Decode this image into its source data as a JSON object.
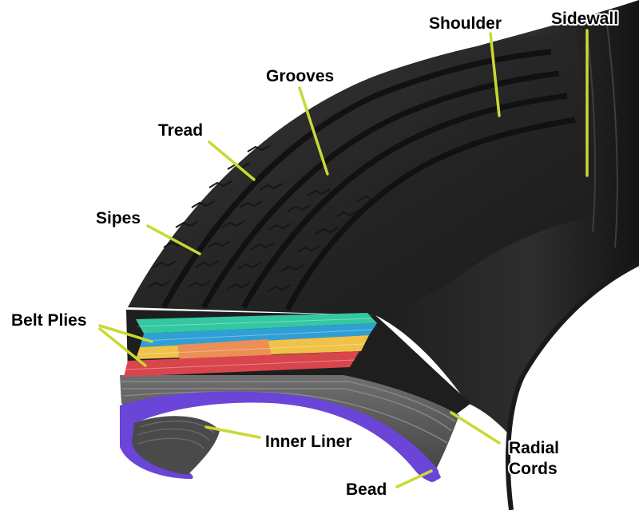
{
  "diagram": {
    "labels": {
      "shoulder": "Shoulder",
      "sidewall": "Sidewall",
      "grooves": "Grooves",
      "tread": "Tread",
      "sipes": "Sipes",
      "belt_plies": "Belt Plies",
      "inner_liner": "Inner Liner",
      "radial_cords_line1": "Radial",
      "radial_cords_line2": "Cords",
      "bead": "Bead"
    },
    "colors": {
      "leader_line": "#c9d931",
      "layer_teal": "#33c7a2",
      "layer_blue": "#2f9fd6",
      "layer_yellow": "#f0c24a",
      "layer_orange": "#eb8f55",
      "layer_red": "#d9454c",
      "inner_liner": "#6a45d8",
      "rubber": "#2b2b2b"
    }
  }
}
